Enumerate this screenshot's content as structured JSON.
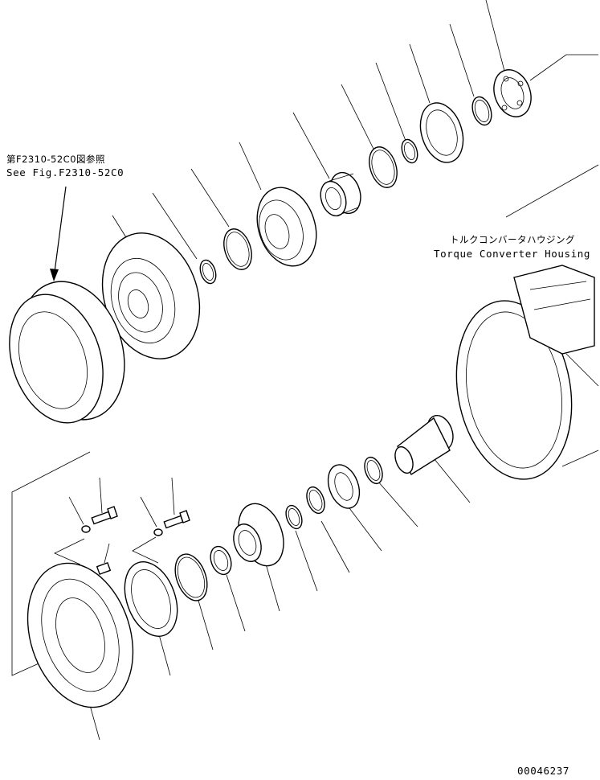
{
  "labels": {
    "ref_jp": "第F2310-52C0図参照",
    "ref_en": "See Fig.F2310-52C0",
    "housing_jp": "トルクコンバータハウジング",
    "housing_en": "Torque Converter Housing",
    "drawing_number": "00046237"
  },
  "icons": {
    "arrow": "arrow-down-left-icon"
  }
}
